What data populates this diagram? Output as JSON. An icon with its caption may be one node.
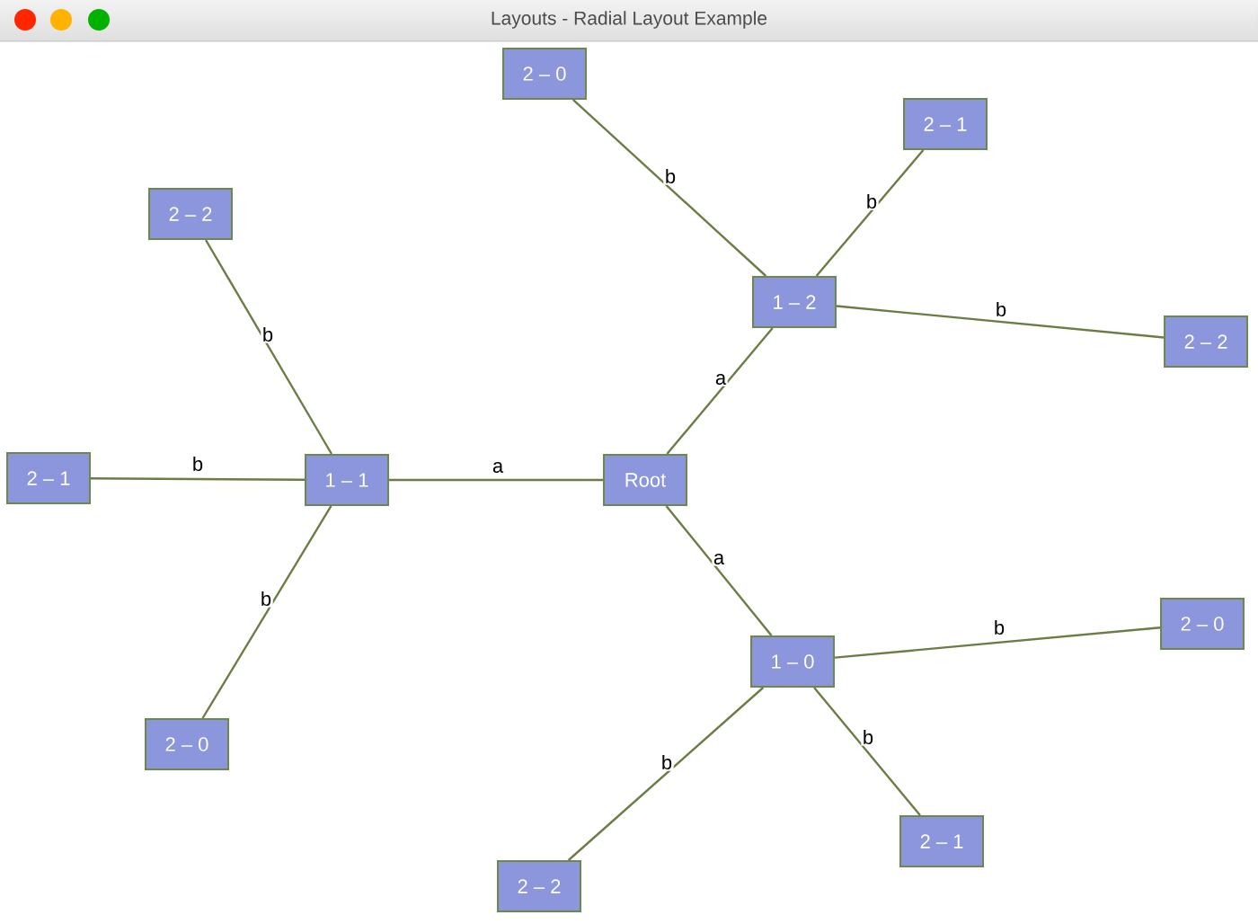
{
  "diagram": {
    "title": "Layouts - Radial Layout Example",
    "nodes": [
      {
        "text": [
          "Root"
        ]
      },
      {
        "text": [
          "1 – 1"
        ]
      },
      {
        "text": [
          "1 – 2"
        ]
      },
      {
        "text": [
          "1 – 0"
        ]
      },
      {
        "text": [
          "2 – 2"
        ]
      },
      {
        "text": [
          "2 – 1"
        ]
      },
      {
        "text": [
          "2 – 0"
        ]
      },
      {
        "text": [
          "2 – 0"
        ]
      },
      {
        "text": [
          "2 – 1"
        ]
      },
      {
        "text": [
          "2 – 2"
        ]
      },
      {
        "text": [
          "2 – 0"
        ]
      },
      {
        "text": [
          "2 – 1"
        ]
      },
      {
        "text": [
          "2 – 2"
        ]
      }
    ],
    "edges": [
      {
        "from": 0,
        "to": 1,
        "arrow": "none",
        "label": "a"
      },
      {
        "from": 0,
        "to": 2,
        "arrow": "none",
        "label": "a"
      },
      {
        "from": 0,
        "to": 3,
        "arrow": "none",
        "label": "a"
      },
      {
        "from": 1,
        "to": 4,
        "arrow": "none",
        "label": "b"
      },
      {
        "from": 1,
        "to": 5,
        "arrow": "none",
        "label": "b"
      },
      {
        "from": 1,
        "to": 6,
        "arrow": "none",
        "label": "b"
      },
      {
        "from": 2,
        "to": 7,
        "arrow": "none",
        "label": "b"
      },
      {
        "from": 2,
        "to": 8,
        "arrow": "none",
        "label": "b"
      },
      {
        "from": 2,
        "to": 9,
        "arrow": "none",
        "label": "b"
      },
      {
        "from": 3,
        "to": 10,
        "arrow": "none",
        "label": "b"
      },
      {
        "from": 3,
        "to": 11,
        "arrow": "none",
        "label": "b"
      },
      {
        "from": 3,
        "to": 12,
        "arrow": "none",
        "label": "b"
      }
    ]
  }
}
